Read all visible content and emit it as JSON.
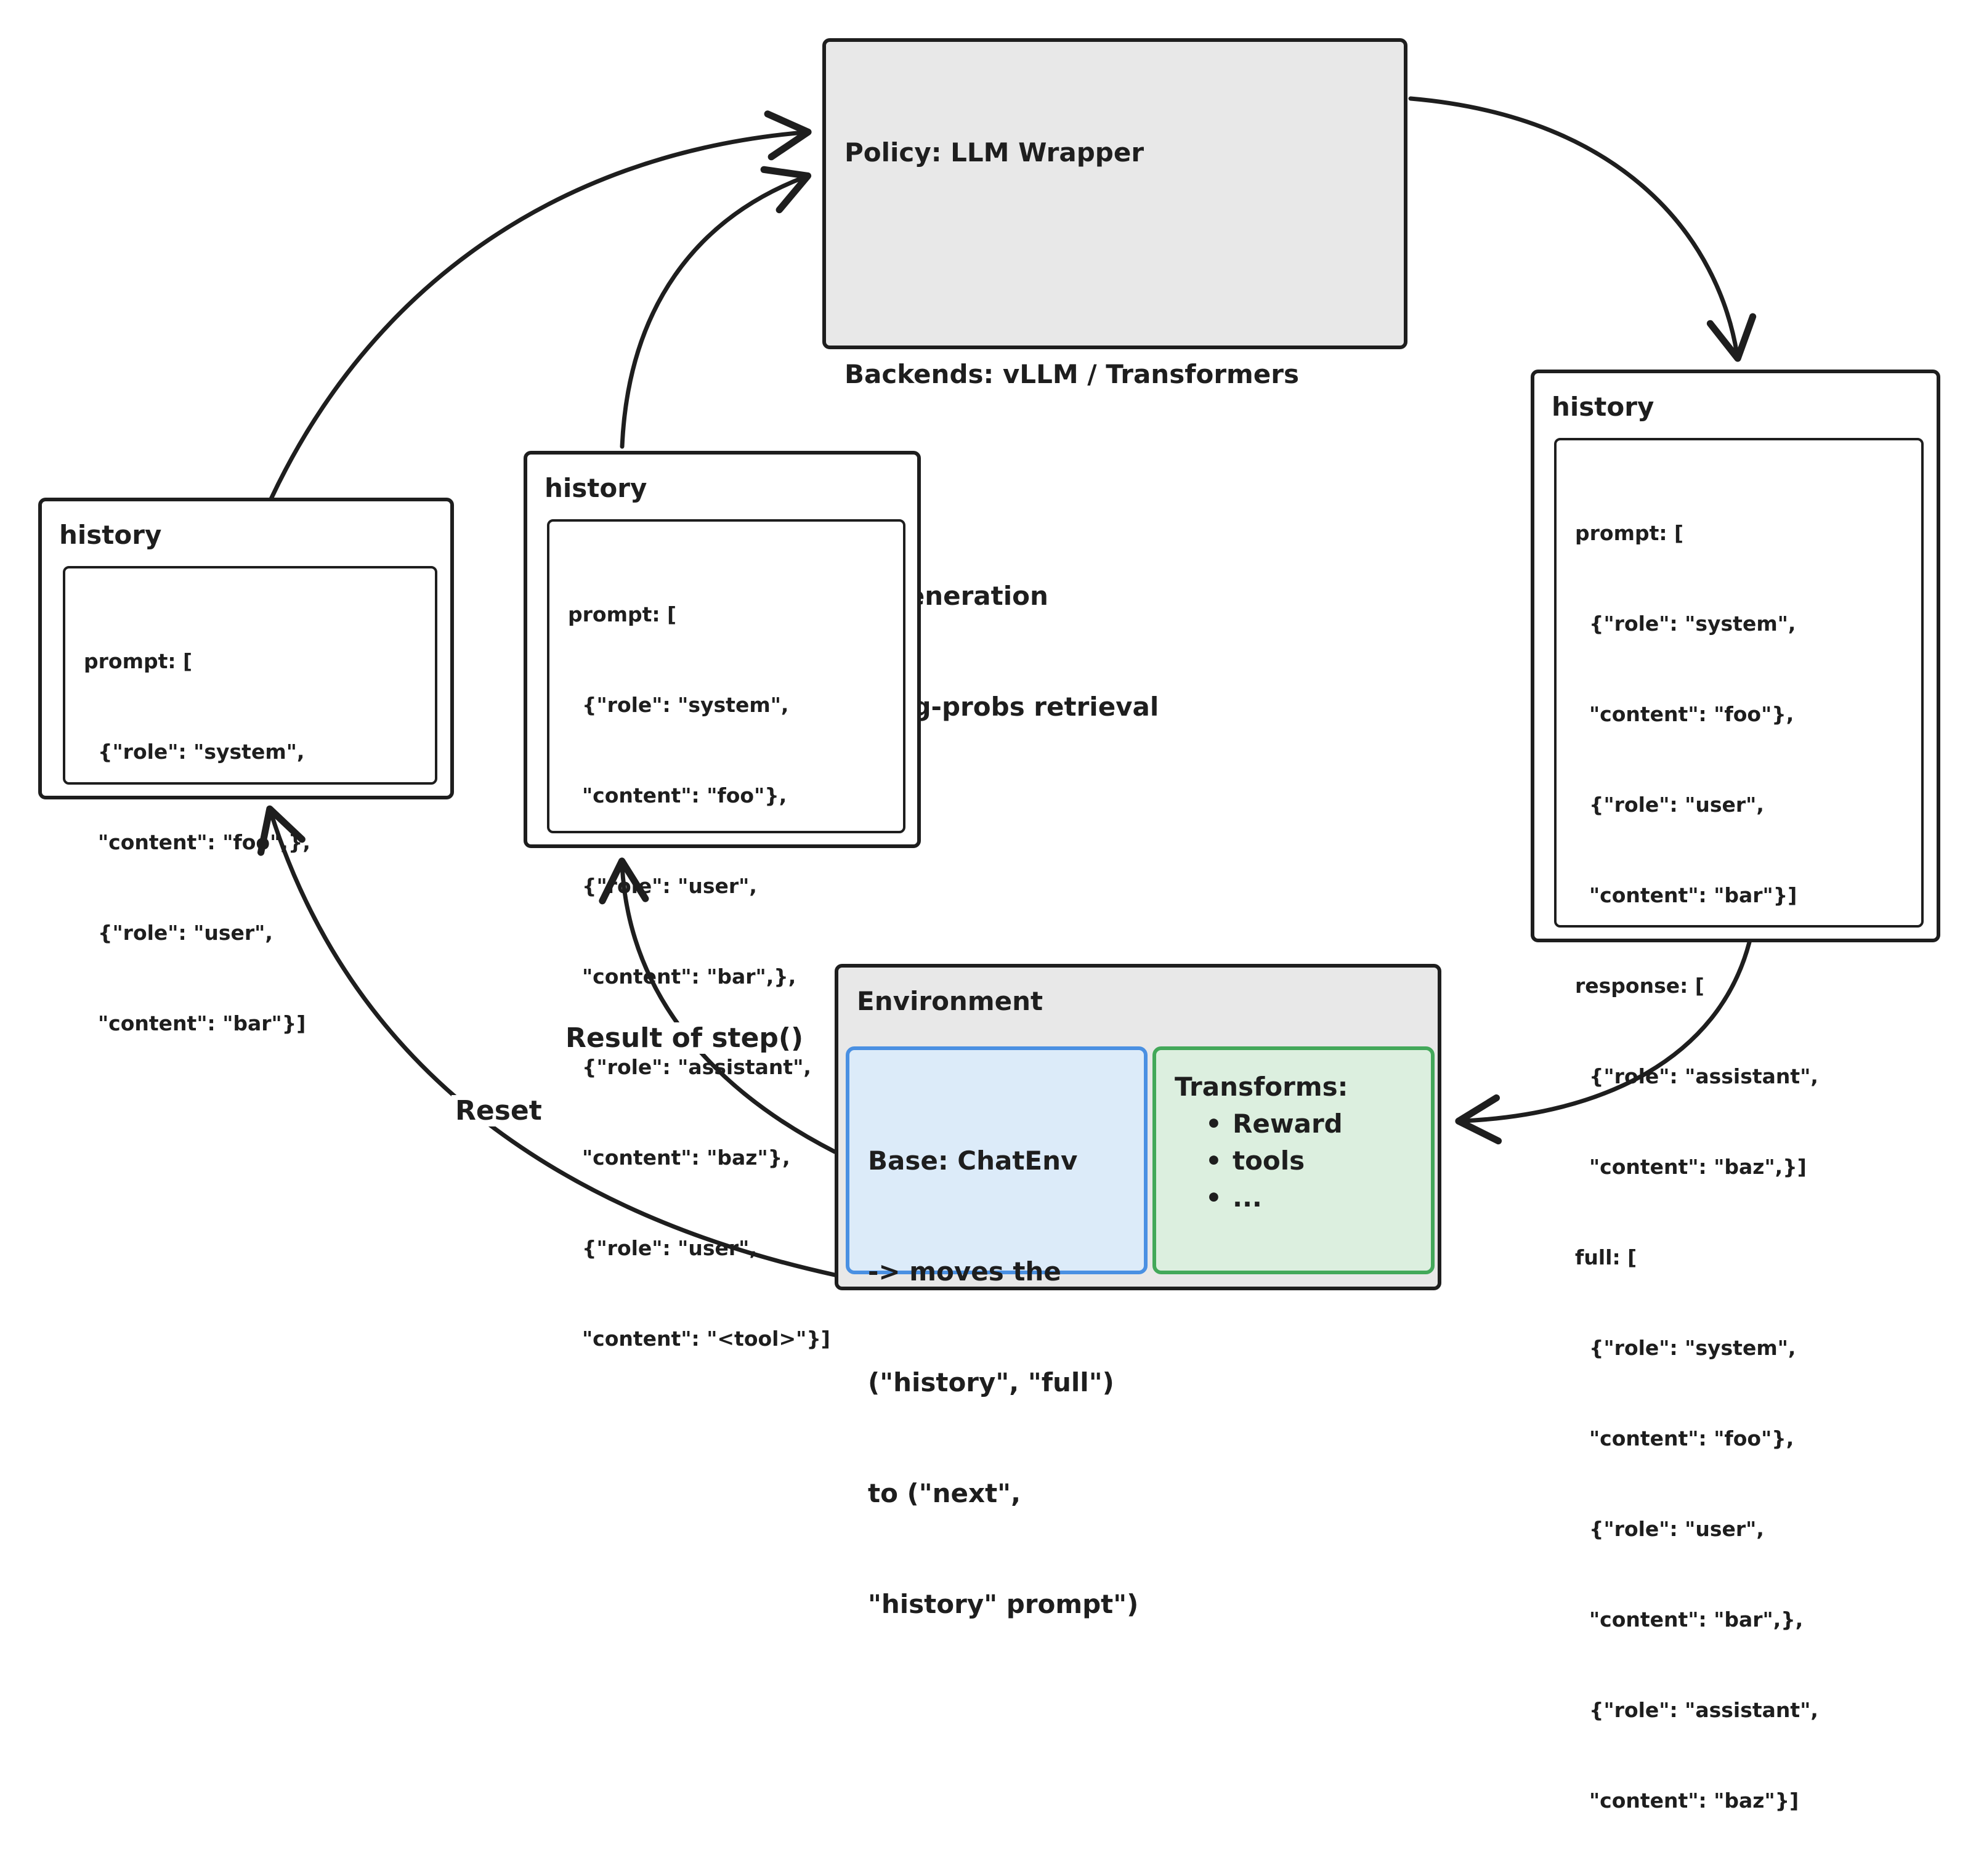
{
  "policy": {
    "lines": [
      "Policy: LLM Wrapper",
      "",
      "Backends: vLLM / Transformers",
      "",
      "-> Generation",
      "-> log-probs retrieval"
    ]
  },
  "history_right": {
    "title": "history",
    "lines": [
      "prompt: [",
      "  {\"role\": \"system\",",
      "  \"content\": \"foo\"},",
      "  {\"role\": \"user\",",
      "  \"content\": \"bar\"}]",
      "response: [",
      "  {\"role\": \"assistant\",",
      "  \"content\": \"baz\",}]",
      "full: [",
      "  {\"role\": \"system\",",
      "  \"content\": \"foo\"},",
      "  {\"role\": \"user\",",
      "  \"content\": \"bar\",},",
      "  {\"role\": \"assistant\",",
      "  \"content\": \"baz\"}]"
    ]
  },
  "history_middle": {
    "title": "history",
    "lines": [
      "prompt: [",
      "  {\"role\": \"system\",",
      "  \"content\": \"foo\"},",
      "  {\"role\": \"user\",",
      "  \"content\": \"bar\",},",
      "  {\"role\": \"assistant\",",
      "  \"content\": \"baz\"},",
      "  {\"role\": \"user\",",
      "  \"content\": \"<tool>\"}]"
    ]
  },
  "history_left": {
    "title": "history",
    "lines": [
      "prompt: [",
      "  {\"role\": \"system\",",
      "  \"content\": \"foo\",},",
      "  {\"role\": \"user\",",
      "  \"content\": \"bar\"}]"
    ]
  },
  "environment": {
    "title": "Environment",
    "base_lines": [
      "Base: ChatEnv",
      "-> moves the",
      "(\"history\", \"full\")",
      "to (\"next\",",
      "\"history\" prompt\")"
    ],
    "transforms_title": "Transforms:",
    "transforms_items": [
      "Reward",
      "tools",
      "..."
    ]
  },
  "edges": {
    "result_label": "Result of step()",
    "reset_label": "Reset"
  },
  "colors": {
    "stroke": "#1e1e1e",
    "grey_fill": "#e8e8e8",
    "base_border": "#4a90e2",
    "base_fill": "#dcebf9",
    "transforms_border": "#43a85a",
    "transforms_fill": "#dcefdf"
  }
}
